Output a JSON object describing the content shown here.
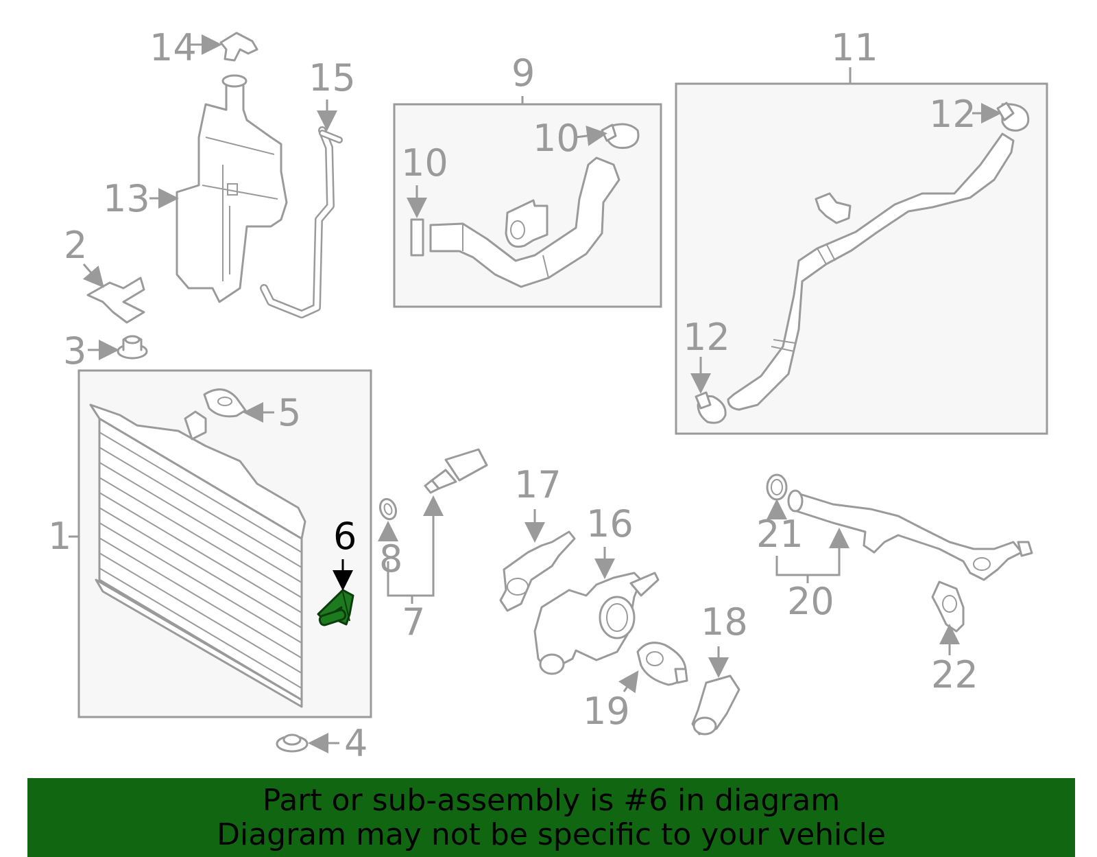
{
  "callouts": {
    "c1": "1",
    "c2": "2",
    "c3": "3",
    "c4": "4",
    "c5": "5",
    "c6": "6",
    "c7": "7",
    "c8": "8",
    "c9": "9",
    "c10a": "10",
    "c10b": "10",
    "c11": "11",
    "c12a": "12",
    "c12b": "12",
    "c13": "13",
    "c14": "14",
    "c15": "15",
    "c16": "16",
    "c17": "17",
    "c18": "18",
    "c19": "19",
    "c20": "20",
    "c21": "21",
    "c22": "22"
  },
  "banner": {
    "line1": "Part or sub-assembly is #6 in diagram",
    "line2": "Diagram may not be specific to your vehicle"
  },
  "colors": {
    "highlight": "#1e7a1e",
    "banner": "#116611",
    "line": "#9a9a9a"
  }
}
